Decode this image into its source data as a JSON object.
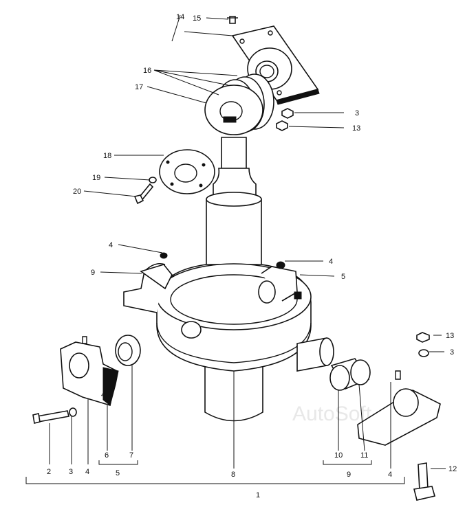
{
  "labels": {
    "l1": "1",
    "l2": "2",
    "l3a": "3",
    "l3b": "3",
    "l3c": "3",
    "l4a": "4",
    "l4b": "4",
    "l4c": "4",
    "l4d": "4",
    "l4e": "4",
    "l5a": "5",
    "l5b": "5",
    "l6": "6",
    "l7": "7",
    "l8": "8",
    "l9a": "9",
    "l9b": "9",
    "l10": "10",
    "l11": "11",
    "l12": "12",
    "l13a": "13",
    "l13b": "13",
    "l14": "14",
    "l15": "15",
    "l16": "16",
    "l17": "17",
    "l18": "18",
    "l19": "19",
    "l20": "20"
  },
  "watermark": "AutoSoft"
}
